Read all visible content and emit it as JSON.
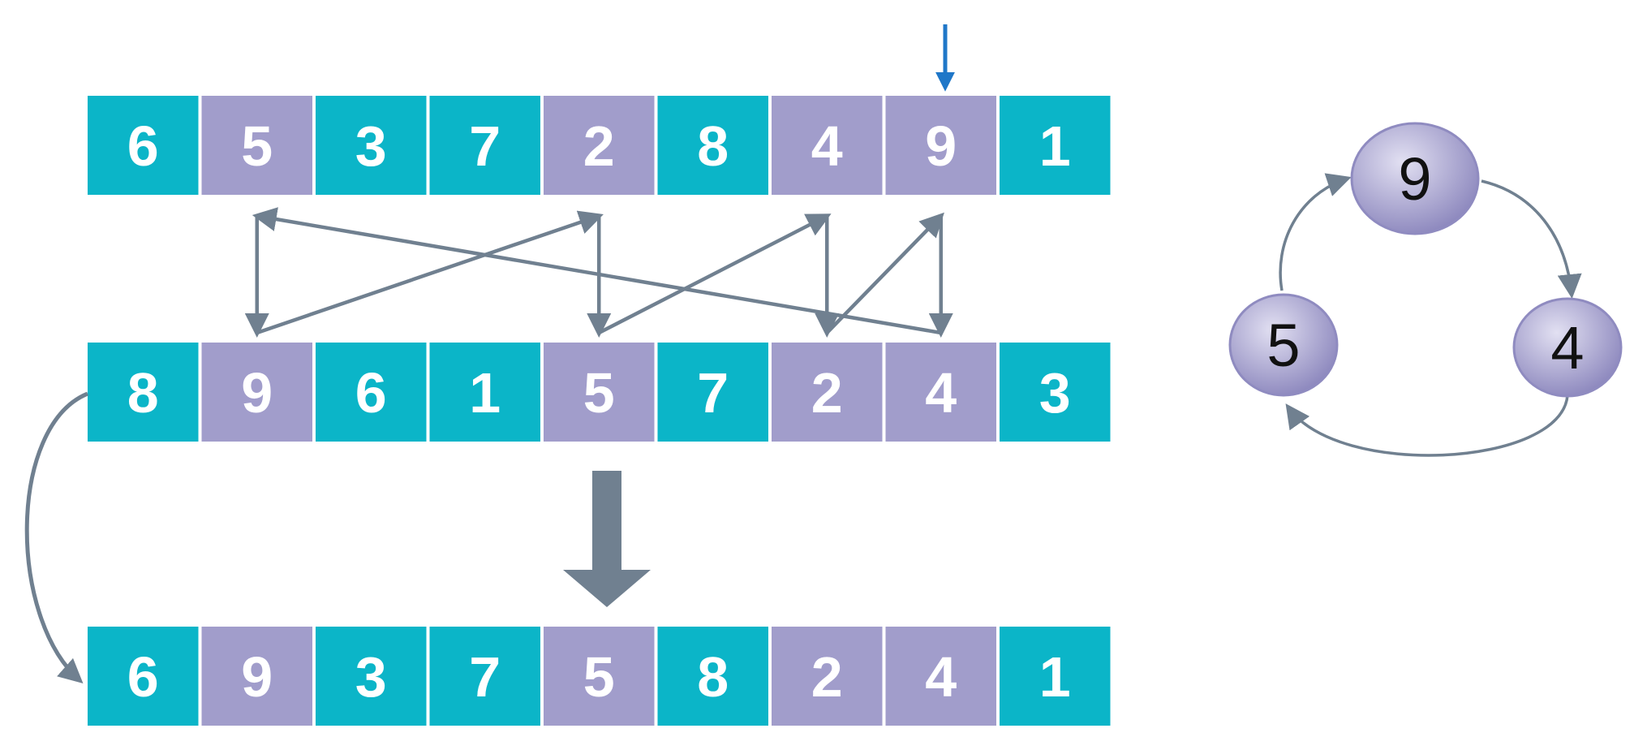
{
  "colors": {
    "teal": "#0BB5C8",
    "lavender": "#A19DCB",
    "arrow": "#708090",
    "pointer": "#1F77C8",
    "node_fill_light": "#D6D4EC",
    "node_fill_dark": "#8E89BF",
    "node_stroke": "#8F8BC0"
  },
  "rows": [
    {
      "id": "row-original",
      "cells": [
        {
          "value": "6",
          "color": "teal"
        },
        {
          "value": "5",
          "color": "lavender"
        },
        {
          "value": "3",
          "color": "teal"
        },
        {
          "value": "7",
          "color": "teal"
        },
        {
          "value": "2",
          "color": "lavender"
        },
        {
          "value": "8",
          "color": "teal"
        },
        {
          "value": "4",
          "color": "lavender"
        },
        {
          "value": "9",
          "color": "lavender"
        },
        {
          "value": "1",
          "color": "teal"
        }
      ]
    },
    {
      "id": "row-permuted",
      "cells": [
        {
          "value": "8",
          "color": "teal"
        },
        {
          "value": "9",
          "color": "lavender"
        },
        {
          "value": "6",
          "color": "teal"
        },
        {
          "value": "1",
          "color": "teal"
        },
        {
          "value": "5",
          "color": "lavender"
        },
        {
          "value": "7",
          "color": "teal"
        },
        {
          "value": "2",
          "color": "lavender"
        },
        {
          "value": "4",
          "color": "lavender"
        },
        {
          "value": "3",
          "color": "teal"
        }
      ]
    },
    {
      "id": "row-result",
      "cells": [
        {
          "value": "6",
          "color": "teal"
        },
        {
          "value": "9",
          "color": "lavender"
        },
        {
          "value": "3",
          "color": "teal"
        },
        {
          "value": "7",
          "color": "teal"
        },
        {
          "value": "5",
          "color": "lavender"
        },
        {
          "value": "8",
          "color": "teal"
        },
        {
          "value": "2",
          "color": "lavender"
        },
        {
          "value": "4",
          "color": "lavender"
        },
        {
          "value": "1",
          "color": "teal"
        }
      ]
    }
  ],
  "pointer": {
    "icon": "down-arrow-icon",
    "row": 0,
    "cell": 7
  },
  "mapping_arrows": [
    {
      "from": 1,
      "to": 4
    },
    {
      "from": 4,
      "to": 6
    },
    {
      "from": 6,
      "to": 7
    },
    {
      "from": 7,
      "to": 1
    }
  ],
  "cycle": {
    "nodes": [
      {
        "id": "node-9",
        "label": "9"
      },
      {
        "id": "node-4",
        "label": "4"
      },
      {
        "id": "node-5",
        "label": "5"
      }
    ],
    "edges": [
      {
        "from": "9",
        "to": "4"
      },
      {
        "from": "4",
        "to": "5"
      },
      {
        "from": "5",
        "to": "9"
      }
    ]
  },
  "big_arrow": {
    "icon": "big-down-arrow-icon",
    "direction": "down"
  }
}
